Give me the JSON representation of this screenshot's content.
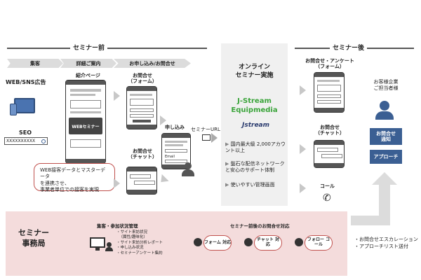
{
  "phases": {
    "before": "セミナー前",
    "after": "セミナー後"
  },
  "steps": {
    "attract": "集客",
    "details": "詳細ご案内",
    "apply": "お申し込み/お問合せ"
  },
  "left": {
    "web_sns_ad": "WEB/SNS広告",
    "seo": "SEO",
    "search_box": "XXXXXXXXXX"
  },
  "intro": {
    "title": "紹介ページ",
    "banner": "WEBセミナー",
    "callout_lines": [
      "WEB接客データとマスターデータ",
      "を連携させ、",
      "事業者単位での接客を実現"
    ]
  },
  "inquiry_form": {
    "title_1": "お問合せ",
    "title_2": "（フォーム）"
  },
  "inquiry_chat": {
    "title_1": "お問合せ",
    "title_2": "（チャット）"
  },
  "application": {
    "title": "申し込み",
    "email": "Email",
    "url_label": "セミナーURL"
  },
  "center": {
    "title_1": "オンライン",
    "title_2": "セミナー実施",
    "brand_1": "J-Stream",
    "brand_2": "Equipmedia",
    "logo_text": "Jstream",
    "features": [
      "国内最大級 2,000アカウント以上",
      "盤石な配信ネットワーク と安心のサポート体制",
      "使いやすい管理画面"
    ]
  },
  "after": {
    "form_1": "お問合せ・アンケート",
    "form_2": "（フォーム）",
    "chat_1": "お問合せ",
    "chat_2": "（チャット）",
    "call": "コール"
  },
  "right": {
    "customer_1": "お客様企業",
    "customer_2": "ご担当者様",
    "btn_contact_1": "お問合せ",
    "btn_contact_2": "通知",
    "btn_approach": "アプローチ",
    "escalation": "お問合せエスカレーション",
    "approach_list": "アプローチリスト送付"
  },
  "bottom": {
    "office_1": "セミナー",
    "office_2": "事務局",
    "mgmt_title": "集客・参加状況管理",
    "mgmt_items": [
      "サイト来訪状況",
      "（属性/趣味化）",
      "サイト来訪分析レポート",
      "申し込み状況",
      "セミナーアンケート集約"
    ],
    "support_title": "セミナー前後のお問合せ対応",
    "ovals": {
      "form": "フォーム 対応",
      "chat": "チャット 対応",
      "follow": "フォロー コール"
    }
  },
  "colors": {
    "accent_green": "#3aa43a",
    "button_blue": "#3b5f93",
    "band_pink": "#f4dcdc",
    "callout_red": "#c0504d"
  }
}
